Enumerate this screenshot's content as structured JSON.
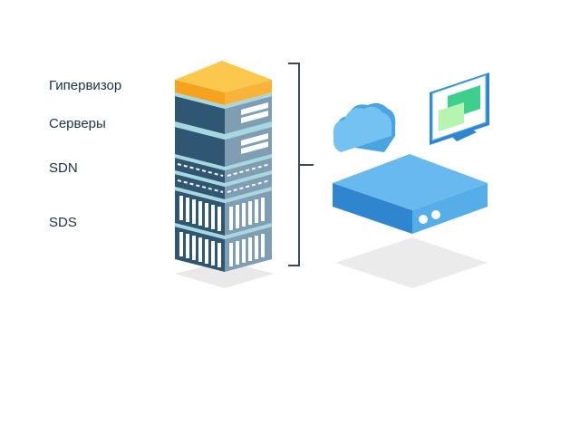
{
  "labels": {
    "hypervisor": "Гипервизор",
    "servers": "Серверы",
    "sdn": "SDN",
    "sds": "SDS"
  },
  "colors": {
    "hypervisor": "#f7b02e",
    "server_dark": "#2f5672",
    "server_side": "#7f9db3",
    "separator": "#a8d8df",
    "appliance": "#5ab4ea",
    "monitor_screen": "#3ecf8e",
    "text": "#1d3142"
  }
}
